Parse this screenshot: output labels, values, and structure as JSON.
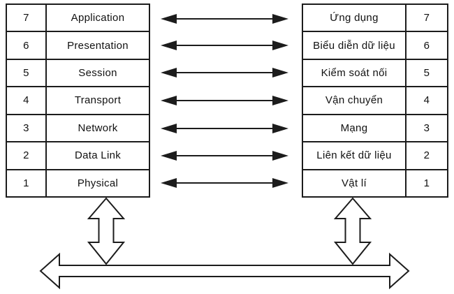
{
  "left_table": {
    "rows": [
      {
        "number": "7",
        "label": "Application"
      },
      {
        "number": "6",
        "label": "Presentation"
      },
      {
        "number": "5",
        "label": "Session"
      },
      {
        "number": "4",
        "label": "Transport"
      },
      {
        "number": "3",
        "label": "Network"
      },
      {
        "number": "2",
        "label": "Data Link"
      },
      {
        "number": "1",
        "label": "Physical"
      }
    ]
  },
  "right_table": {
    "rows": [
      {
        "label": "Ứng dụng",
        "number": "7"
      },
      {
        "label": "Biểu diễn dữ liệu",
        "number": "6"
      },
      {
        "label": "Kiểm soát nối",
        "number": "5"
      },
      {
        "label": "Vận chuyển",
        "number": "4"
      },
      {
        "label": "Mạng",
        "number": "3"
      },
      {
        "label": "Liên kết dữ liệu",
        "number": "2"
      },
      {
        "label": "Vật lí",
        "number": "1"
      }
    ]
  },
  "colors": {
    "line": "#1c1c1c",
    "background": "#ffffff",
    "text": "#111111"
  }
}
